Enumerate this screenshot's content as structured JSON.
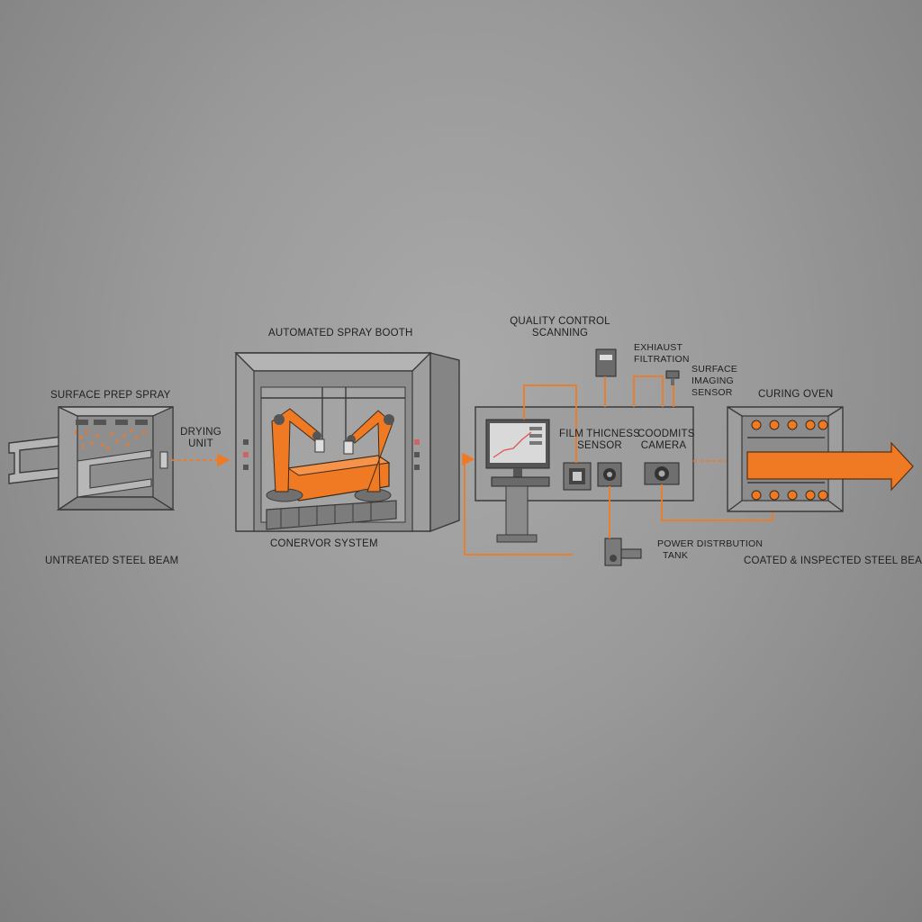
{
  "labels": {
    "surface_prep_spray": "SURFACE PREP SPRAY",
    "untreated_steel_beam": "UNTREATED STEEL BEAM",
    "drying_unit_line1": "DRYING",
    "drying_unit_line2": "UNIT",
    "automated_spray_booth": "AUTOMATED SPRAY BOOTH",
    "conveyor_system": "CONERVOR SYSTEM",
    "quality_control_line1": "QUALITY CONTROL",
    "quality_control_line2": "SCANNING",
    "exhaust_line1": "EXHIAUST",
    "exhaust_line2": "FILTRATION",
    "surface_imaging_line1": "SURFACE",
    "surface_imaging_line2": "IMAGING",
    "surface_imaging_line3": "SENSOR",
    "film_thickness_line1": "FILM THICNESS",
    "film_thickness_line2": "SENSOR",
    "coodmits_line1": "COODMITS",
    "coodmits_line2": "CAMERA",
    "power_distribution_line1": "POWER DISTRBUTION",
    "power_distribution_line2": "TANK",
    "curing_oven": "CURING OVEN",
    "coated_inspected": "COATED & INSPECTED STEEL BEAM"
  },
  "colors": {
    "accent": "#f07a24",
    "line": "#3a3a3a",
    "background": "#9e9e9e"
  },
  "icons": [
    "spray-nozzle-icon",
    "robot-arm-icon",
    "monitor-chart-icon",
    "camera-icon",
    "sensor-icon",
    "fan-icon",
    "flow-arrow-icon"
  ]
}
